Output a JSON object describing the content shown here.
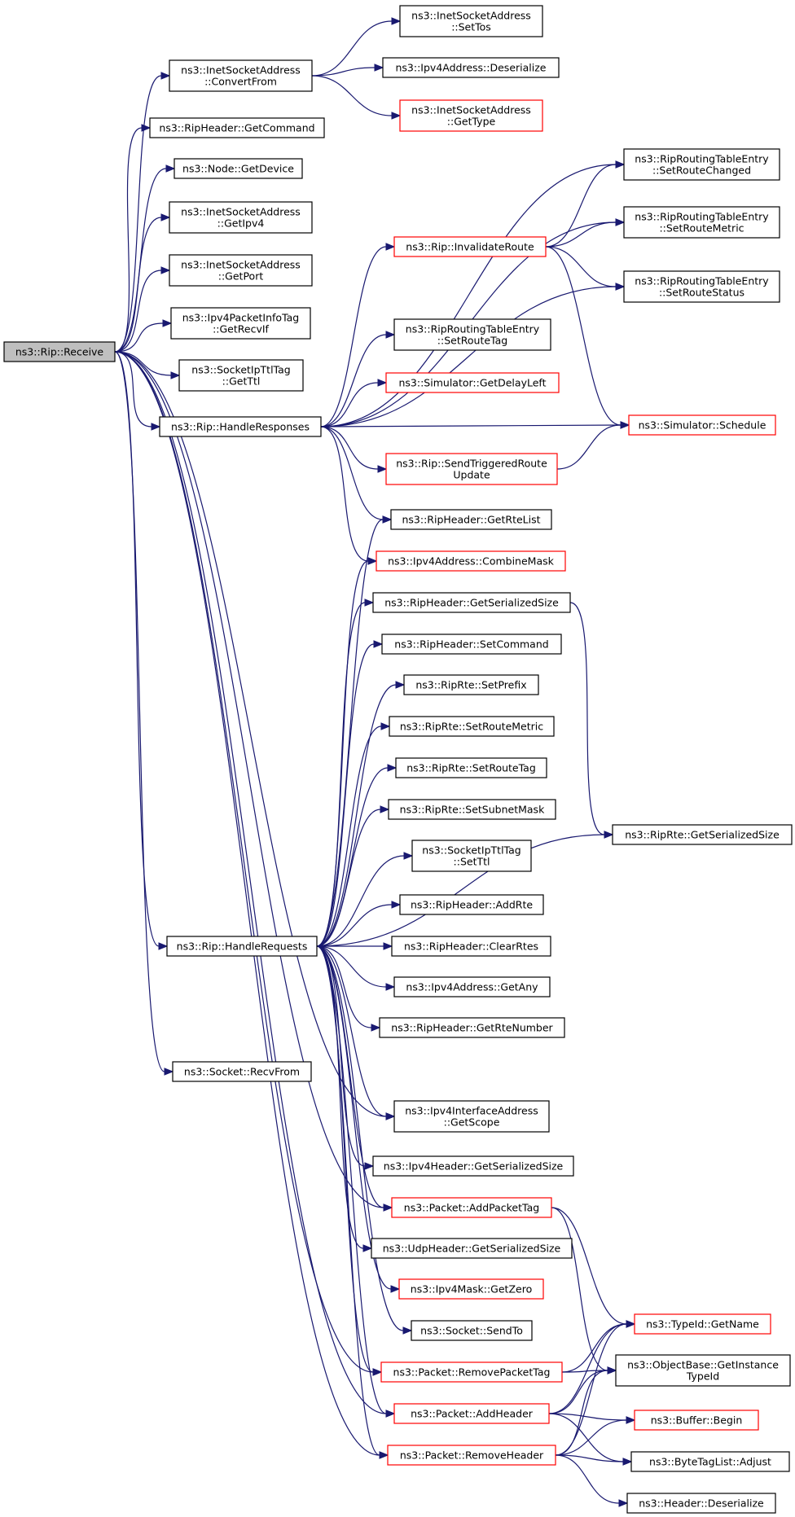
{
  "nodes": [
    {
      "id": "receive",
      "lines": [
        "ns3::Rip::Receive"
      ],
      "color": "gray"
    },
    {
      "id": "convertFrom",
      "lines": [
        "ns3::InetSocketAddress",
        "::ConvertFrom"
      ]
    },
    {
      "id": "setTos",
      "lines": [
        "ns3::InetSocketAddress",
        "::SetTos"
      ]
    },
    {
      "id": "deserializeAddr",
      "lines": [
        "ns3::Ipv4Address::Deserialize"
      ]
    },
    {
      "id": "getType",
      "lines": [
        "ns3::InetSocketAddress",
        "::GetType"
      ],
      "color": "red"
    },
    {
      "id": "getCommand",
      "lines": [
        "ns3::RipHeader::GetCommand"
      ]
    },
    {
      "id": "getDevice",
      "lines": [
        "ns3::Node::GetDevice"
      ]
    },
    {
      "id": "getIpv4",
      "lines": [
        "ns3::InetSocketAddress",
        "::GetIpv4"
      ]
    },
    {
      "id": "getPort",
      "lines": [
        "ns3::InetSocketAddress",
        "::GetPort"
      ]
    },
    {
      "id": "getRecvIf",
      "lines": [
        "ns3::Ipv4PacketInfoTag",
        "::GetRecvIf"
      ]
    },
    {
      "id": "getTtl",
      "lines": [
        "ns3::SocketIpTtlTag",
        "::GetTtl"
      ]
    },
    {
      "id": "handleResponses",
      "lines": [
        "ns3::Rip::HandleResponses"
      ]
    },
    {
      "id": "setRouteChanged",
      "lines": [
        "ns3::RipRoutingTableEntry",
        "::SetRouteChanged"
      ]
    },
    {
      "id": "setRouteMetricEntry",
      "lines": [
        "ns3::RipRoutingTableEntry",
        "::SetRouteMetric"
      ]
    },
    {
      "id": "invalidateRoute",
      "lines": [
        "ns3::Rip::InvalidateRoute"
      ],
      "color": "red"
    },
    {
      "id": "setRouteStatus",
      "lines": [
        "ns3::RipRoutingTableEntry",
        "::SetRouteStatus"
      ]
    },
    {
      "id": "setRouteTagEntry",
      "lines": [
        "ns3::RipRoutingTableEntry",
        "::SetRouteTag"
      ]
    },
    {
      "id": "getDelayLeft",
      "lines": [
        "ns3::Simulator::GetDelayLeft"
      ],
      "color": "red"
    },
    {
      "id": "schedule",
      "lines": [
        "ns3::Simulator::Schedule"
      ],
      "color": "red"
    },
    {
      "id": "sendTriggered",
      "lines": [
        "ns3::Rip::SendTriggeredRoute",
        "Update"
      ],
      "color": "red"
    },
    {
      "id": "getRteList",
      "lines": [
        "ns3::RipHeader::GetRteList"
      ]
    },
    {
      "id": "combineMask",
      "lines": [
        "ns3::Ipv4Address::CombineMask"
      ],
      "color": "red"
    },
    {
      "id": "ripHeaderSerSize",
      "lines": [
        "ns3::RipHeader::GetSerializedSize"
      ]
    },
    {
      "id": "setCommand",
      "lines": [
        "ns3::RipHeader::SetCommand"
      ]
    },
    {
      "id": "setPrefix",
      "lines": [
        "ns3::RipRte::SetPrefix"
      ]
    },
    {
      "id": "rteSetRouteMetric",
      "lines": [
        "ns3::RipRte::SetRouteMetric"
      ]
    },
    {
      "id": "rteSetRouteTag",
      "lines": [
        "ns3::RipRte::SetRouteTag"
      ]
    },
    {
      "id": "setSubnetMask",
      "lines": [
        "ns3::RipRte::SetSubnetMask"
      ]
    },
    {
      "id": "ripRteSerSize",
      "lines": [
        "ns3::RipRte::GetSerializedSize"
      ]
    },
    {
      "id": "setTtl",
      "lines": [
        "ns3::SocketIpTtlTag",
        "::SetTtl"
      ]
    },
    {
      "id": "addRte",
      "lines": [
        "ns3::RipHeader::AddRte"
      ]
    },
    {
      "id": "handleRequests",
      "lines": [
        "ns3::Rip::HandleRequests"
      ]
    },
    {
      "id": "clearRtes",
      "lines": [
        "ns3::RipHeader::ClearRtes"
      ]
    },
    {
      "id": "getAny",
      "lines": [
        "ns3::Ipv4Address::GetAny"
      ]
    },
    {
      "id": "getRteNumber",
      "lines": [
        "ns3::RipHeader::GetRteNumber"
      ]
    },
    {
      "id": "recvFrom",
      "lines": [
        "ns3::Socket::RecvFrom"
      ]
    },
    {
      "id": "getScope",
      "lines": [
        "ns3::Ipv4InterfaceAddress",
        "::GetScope"
      ]
    },
    {
      "id": "ipv4HeaderSerSize",
      "lines": [
        "ns3::Ipv4Header::GetSerializedSize"
      ]
    },
    {
      "id": "addPacketTag",
      "lines": [
        "ns3::Packet::AddPacketTag"
      ],
      "color": "red"
    },
    {
      "id": "udpHeaderSerSize",
      "lines": [
        "ns3::UdpHeader::GetSerializedSize"
      ]
    },
    {
      "id": "getZero",
      "lines": [
        "ns3::Ipv4Mask::GetZero"
      ],
      "color": "red"
    },
    {
      "id": "sendTo",
      "lines": [
        "ns3::Socket::SendTo"
      ]
    },
    {
      "id": "typeIdGetName",
      "lines": [
        "ns3::TypeId::GetName"
      ],
      "color": "red"
    },
    {
      "id": "removePacketTag",
      "lines": [
        "ns3::Packet::RemovePacketTag"
      ],
      "color": "red"
    },
    {
      "id": "getInstanceTypeId",
      "lines": [
        "ns3::ObjectBase::GetInstance",
        "TypeId"
      ]
    },
    {
      "id": "addHeader",
      "lines": [
        "ns3::Packet::AddHeader"
      ],
      "color": "red"
    },
    {
      "id": "bufferBegin",
      "lines": [
        "ns3::Buffer::Begin"
      ],
      "color": "red"
    },
    {
      "id": "removeHeader",
      "lines": [
        "ns3::Packet::RemoveHeader"
      ],
      "color": "red"
    },
    {
      "id": "byteTagAdjust",
      "lines": [
        "ns3::ByteTagList::Adjust"
      ]
    },
    {
      "id": "headerDeserialize",
      "lines": [
        "ns3::Header::Deserialize"
      ]
    }
  ],
  "edges": [
    [
      "receive",
      "convertFrom"
    ],
    [
      "receive",
      "getCommand"
    ],
    [
      "receive",
      "getDevice"
    ],
    [
      "receive",
      "getIpv4"
    ],
    [
      "receive",
      "getPort"
    ],
    [
      "receive",
      "getRecvIf"
    ],
    [
      "receive",
      "getTtl"
    ],
    [
      "receive",
      "handleResponses"
    ],
    [
      "receive",
      "handleRequests"
    ],
    [
      "receive",
      "recvFrom"
    ],
    [
      "receive",
      "getScope"
    ],
    [
      "receive",
      "addPacketTag"
    ],
    [
      "receive",
      "removePacketTag"
    ],
    [
      "receive",
      "addHeader"
    ],
    [
      "receive",
      "removeHeader"
    ],
    [
      "convertFrom",
      "setTos"
    ],
    [
      "convertFrom",
      "deserializeAddr"
    ],
    [
      "convertFrom",
      "getType"
    ],
    [
      "handleResponses",
      "setRouteChanged"
    ],
    [
      "handleResponses",
      "setRouteMetricEntry"
    ],
    [
      "handleResponses",
      "invalidateRoute"
    ],
    [
      "handleResponses",
      "setRouteStatus"
    ],
    [
      "handleResponses",
      "setRouteTagEntry"
    ],
    [
      "handleResponses",
      "getDelayLeft"
    ],
    [
      "handleResponses",
      "schedule"
    ],
    [
      "handleResponses",
      "sendTriggered"
    ],
    [
      "handleResponses",
      "getRteList"
    ],
    [
      "handleResponses",
      "combineMask"
    ],
    [
      "invalidateRoute",
      "setRouteChanged"
    ],
    [
      "invalidateRoute",
      "setRouteMetricEntry"
    ],
    [
      "invalidateRoute",
      "setRouteStatus"
    ],
    [
      "invalidateRoute",
      "schedule"
    ],
    [
      "sendTriggered",
      "schedule"
    ],
    [
      "handleRequests",
      "getRteList"
    ],
    [
      "handleRequests",
      "combineMask"
    ],
    [
      "handleRequests",
      "ripHeaderSerSize"
    ],
    [
      "handleRequests",
      "setCommand"
    ],
    [
      "handleRequests",
      "setPrefix"
    ],
    [
      "handleRequests",
      "rteSetRouteMetric"
    ],
    [
      "handleRequests",
      "rteSetRouteTag"
    ],
    [
      "handleRequests",
      "setSubnetMask"
    ],
    [
      "handleRequests",
      "setTtl"
    ],
    [
      "handleRequests",
      "addRte"
    ],
    [
      "handleRequests",
      "clearRtes"
    ],
    [
      "handleRequests",
      "getAny"
    ],
    [
      "handleRequests",
      "getRteNumber"
    ],
    [
      "handleRequests",
      "ripRteSerSize"
    ],
    [
      "handleRequests",
      "getScope"
    ],
    [
      "handleRequests",
      "ipv4HeaderSerSize"
    ],
    [
      "handleRequests",
      "addPacketTag"
    ],
    [
      "handleRequests",
      "udpHeaderSerSize"
    ],
    [
      "handleRequests",
      "getZero"
    ],
    [
      "handleRequests",
      "sendTo"
    ],
    [
      "handleRequests",
      "removePacketTag"
    ],
    [
      "handleRequests",
      "addHeader"
    ],
    [
      "handleRequests",
      "removeHeader"
    ],
    [
      "ripHeaderSerSize",
      "ripRteSerSize"
    ],
    [
      "addPacketTag",
      "typeIdGetName"
    ],
    [
      "addPacketTag",
      "getInstanceTypeId"
    ],
    [
      "removePacketTag",
      "typeIdGetName"
    ],
    [
      "removePacketTag",
      "getInstanceTypeId"
    ],
    [
      "addHeader",
      "typeIdGetName"
    ],
    [
      "addHeader",
      "getInstanceTypeId"
    ],
    [
      "addHeader",
      "bufferBegin"
    ],
    [
      "addHeader",
      "byteTagAdjust"
    ],
    [
      "removeHeader",
      "typeIdGetName"
    ],
    [
      "removeHeader",
      "getInstanceTypeId"
    ],
    [
      "removeHeader",
      "bufferBegin"
    ],
    [
      "removeHeader",
      "byteTagAdjust"
    ],
    [
      "removeHeader",
      "headerDeserialize"
    ]
  ]
}
